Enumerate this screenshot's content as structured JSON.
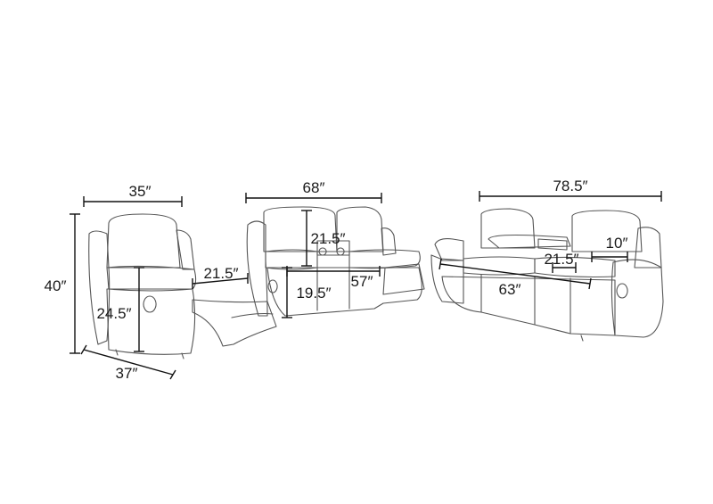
{
  "colors": {
    "background": "#ffffff",
    "line": "#555555",
    "dimension": "#111111"
  },
  "recliner": {
    "width": "35″",
    "height": "40″",
    "depth": "37″",
    "seat_depth": "21.5″",
    "seat_height": "24.5″"
  },
  "loveseat": {
    "width": "68″",
    "back_height": "21.5″",
    "seat_height": "19.5″",
    "seat_width": "57″"
  },
  "sofa": {
    "width": "78.5″",
    "arm_width": "10″",
    "seat_depth": "21.5″",
    "seat_width": "63″"
  }
}
